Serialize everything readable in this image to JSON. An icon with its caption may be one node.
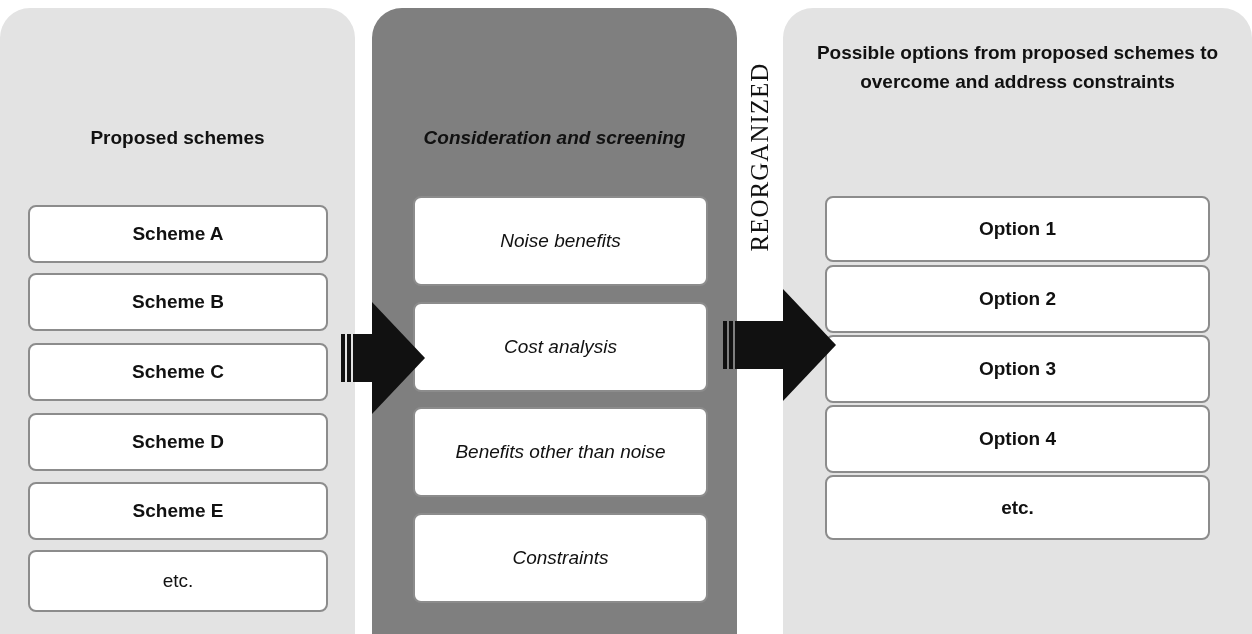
{
  "diagram": {
    "nodes": [
      {
        "text": [
          "Proposed schemes"
        ]
      },
      {
        "text": [
          "Scheme A"
        ],
        "in": 0
      },
      {
        "text": [
          "Scheme B"
        ],
        "in": 0
      },
      {
        "text": [
          "Scheme C"
        ],
        "in": 0
      },
      {
        "text": [
          "Scheme D"
        ],
        "in": 0
      },
      {
        "text": [
          "Scheme E"
        ],
        "in": 0
      },
      {
        "text": [
          "etc."
        ],
        "in": 0
      },
      {
        "text": [
          "Consideration and screening"
        ]
      },
      {
        "text": [
          "Noise benefits"
        ],
        "in": 7
      },
      {
        "text": [
          "Cost analysis"
        ],
        "in": 7
      },
      {
        "text": [
          "Benefits other than noise"
        ],
        "in": 7
      },
      {
        "text": [
          "Constraints"
        ],
        "in": 7
      },
      {
        "text": [
          "Possible options from proposed schemes to overcome and address constraints"
        ]
      },
      {
        "text": [
          "Option 1"
        ],
        "in": 12
      },
      {
        "text": [
          "Option 2"
        ],
        "in": 12
      },
      {
        "text": [
          "Option 3"
        ],
        "in": 12
      },
      {
        "text": [
          "Option 4"
        ],
        "in": 12
      },
      {
        "text": [
          "etc."
        ],
        "in": 12
      }
    ],
    "edges": [
      {
        "from": 0,
        "to": 7,
        "arrow": "to"
      },
      {
        "from": 7,
        "to": 12,
        "arrow": "to",
        "label": "REORGANIZED"
      }
    ]
  }
}
